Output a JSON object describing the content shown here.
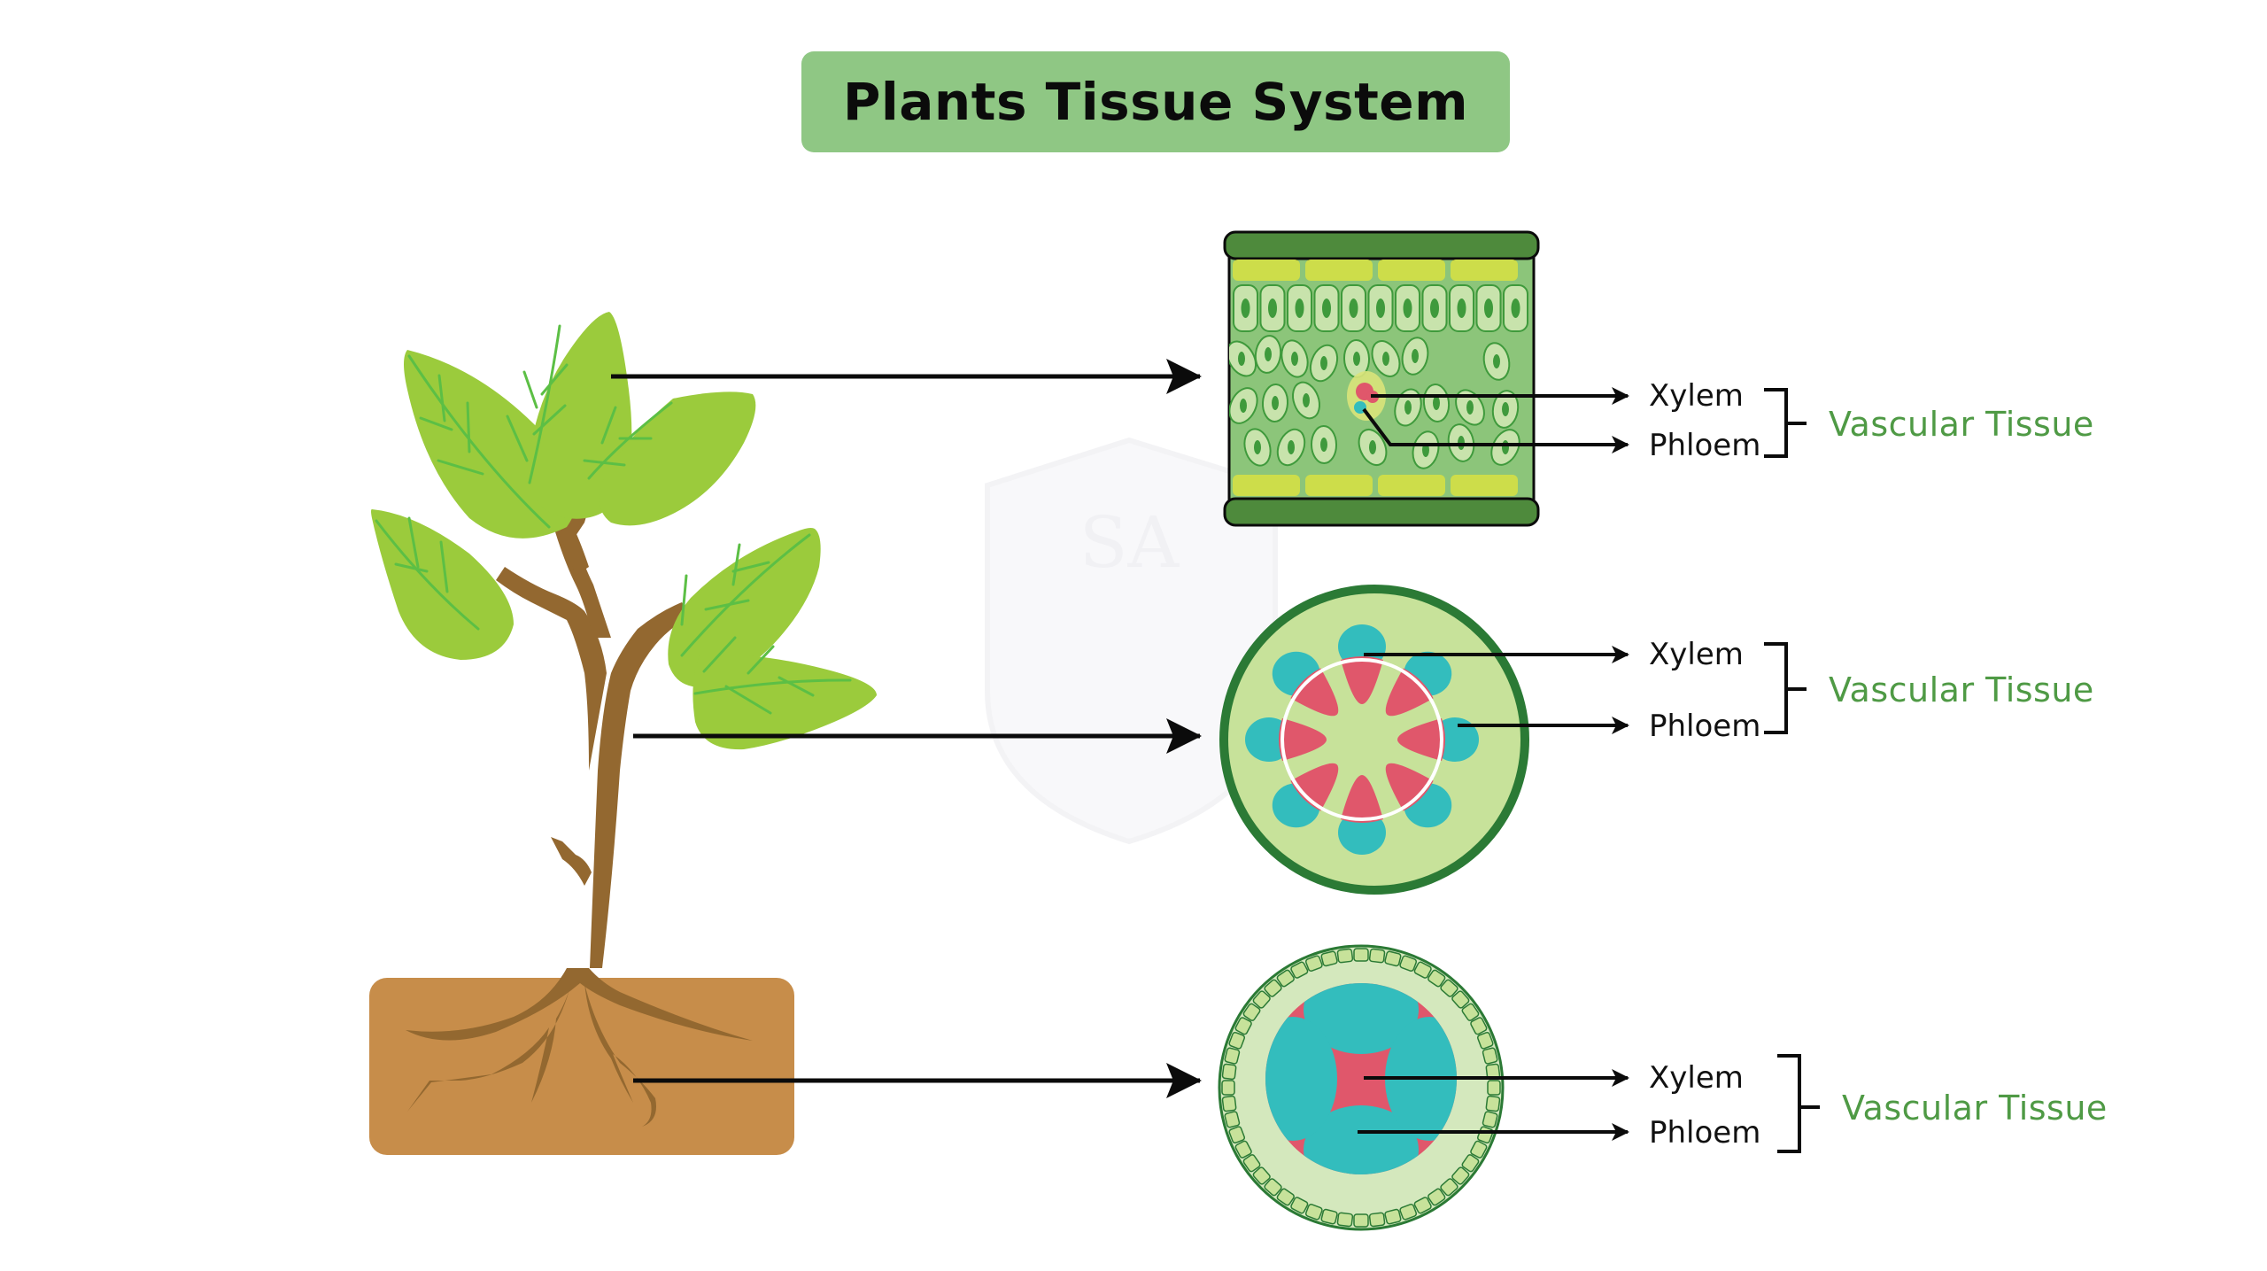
{
  "title": "Plants Tissue System",
  "colors": {
    "title_bg": "#8fc784",
    "leaf_green": "#9bcb3c",
    "vein_green": "#5cbf45",
    "stem_brown": "#936830",
    "soil": "#c78d4a",
    "xylem_red": "#e0576b",
    "phloem_teal": "#33bdbd",
    "vascular_label": "#4f9a45",
    "dark_green": "#4e8a3c",
    "light_green": "#c7e29a"
  },
  "sections": [
    {
      "id": "leaf",
      "source": "leaf",
      "cross_section": "leaf cross-section",
      "labels": {
        "xylem": "Xylem",
        "phloem": "Phloem",
        "group": "Vascular Tissue"
      }
    },
    {
      "id": "stem",
      "source": "stem",
      "cross_section": "stem cross-section",
      "labels": {
        "xylem": "Xylem",
        "phloem": "Phloem",
        "group": "Vascular Tissue"
      }
    },
    {
      "id": "root",
      "source": "root",
      "cross_section": "root cross-section",
      "labels": {
        "xylem": "Xylem",
        "phloem": "Phloem",
        "group": "Vascular Tissue"
      }
    }
  ],
  "watermark": "SA"
}
